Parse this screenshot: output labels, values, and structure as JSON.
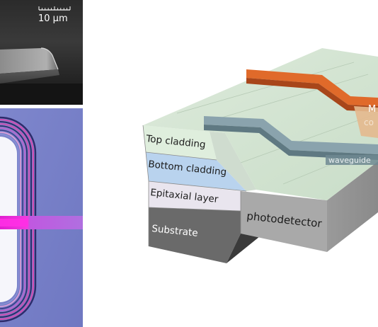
{
  "sem_panel": {
    "scale_bar_label": "10 μm"
  },
  "diagram": {
    "layers": {
      "top_cladding": "Top cladding",
      "bottom_cladding": "Bottom cladding",
      "epitaxial_layer": "Epitaxial layer",
      "substrate": "Substrate"
    },
    "labels": {
      "photodetector": "photodetector",
      "waveguide": "waveguide",
      "metal_partial": "M",
      "contact_partial": "co"
    }
  },
  "colors": {
    "sem_background": "#1b1b1b",
    "optical_background": "#7b83c9",
    "optical_waveguide": "#e21fd0",
    "top_cladding": "#cfe3cd",
    "bottom_cladding": "#b9d3ee",
    "epitaxial_layer": "#e9e5ee",
    "substrate": "#6a6a6a",
    "photodetector": "#a9a9a9",
    "metal": "#d65a1c",
    "waveguide": "#6f8892"
  }
}
